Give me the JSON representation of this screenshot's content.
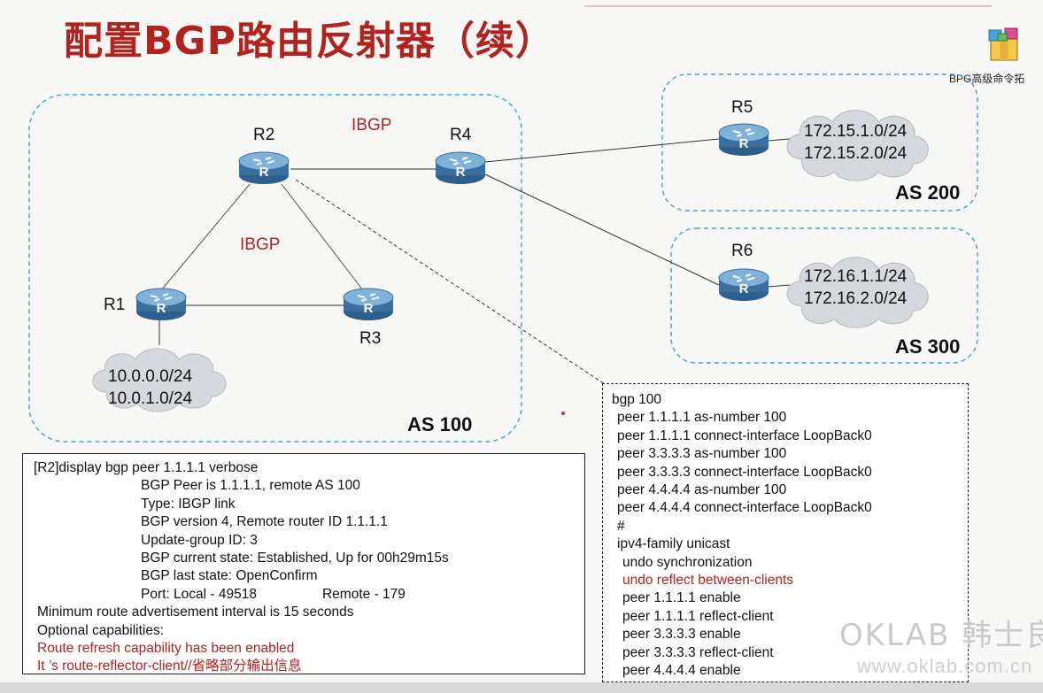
{
  "title": "配置BGP路由反射器（续）",
  "shortcut": {
    "label": "BPG高级命令拓",
    "icon": "archive-app-icon"
  },
  "as_groups": [
    {
      "id": "as100",
      "label": "AS 100"
    },
    {
      "id": "as200",
      "label": "AS 200"
    },
    {
      "id": "as300",
      "label": "AS 300"
    }
  ],
  "routers": [
    {
      "id": "R1",
      "label": "R1"
    },
    {
      "id": "R2",
      "label": "R2"
    },
    {
      "id": "R3",
      "label": "R3"
    },
    {
      "id": "R4",
      "label": "R4"
    },
    {
      "id": "R5",
      "label": "R5"
    },
    {
      "id": "R6",
      "label": "R6"
    }
  ],
  "link_labels": {
    "ibgp_top": "IBGP",
    "ibgp_triangle": "IBGP"
  },
  "networks": {
    "r1": [
      "10.0.0.0/24",
      "10.0.1.0/24"
    ],
    "r5": [
      "172.15.1.0/24",
      "172.15.2.0/24"
    ],
    "r6": [
      "172.16.1.1/24",
      "172.16.2.0/24"
    ]
  },
  "display_output": [
    "[R2]display bgp peer 1.1.1.1 verbose",
    "BGP Peer is 1.1.1.1,  remote AS 100",
    "Type: IBGP link",
    "BGP version 4, Remote router ID 1.1.1.1",
    "Update-group ID: 3",
    "BGP current state: Established, Up for 00h29m15s",
    "BGP last state: OpenConfirm",
    "Port:  Local - 49518",
    "Remote - 179",
    "Minimum route advertisement interval is 15 seconds",
    "Optional capabilities:",
    "Route refresh capability has been enabled",
    "It ’s route-reflector-client//省略部分输出信息"
  ],
  "config": [
    "bgp 100",
    "peer 1.1.1.1  as-number 100",
    "peer 1.1.1.1  connect-interface LoopBack0",
    "peer 3.3.3.3  as-number 100",
    "peer 3.3.3.3  connect-interface LoopBack0",
    "peer 4.4.4.4  as-number 100",
    "peer 4.4.4.4  connect-interface LoopBack0",
    "#",
    "ipv4-family unicast",
    "undo synchronization",
    "undo reflect between-clients",
    "peer 1.1.1.1  enable",
    "peer 1.1.1.1  reflect-client",
    "peer 3.3.3.3  enable",
    "peer 3.3.3.3  reflect-client",
    "peer 4.4.4.4  enable"
  ],
  "watermark": {
    "brand": "OKLAB 韩士良",
    "url": "www.oklab.com.cn"
  },
  "colors": {
    "title": "#b0231e",
    "highlight": "#b0231e",
    "as_border": "#4aa3d8",
    "router_body": "#3a6fa0",
    "router_top": "#6a9fcc"
  }
}
